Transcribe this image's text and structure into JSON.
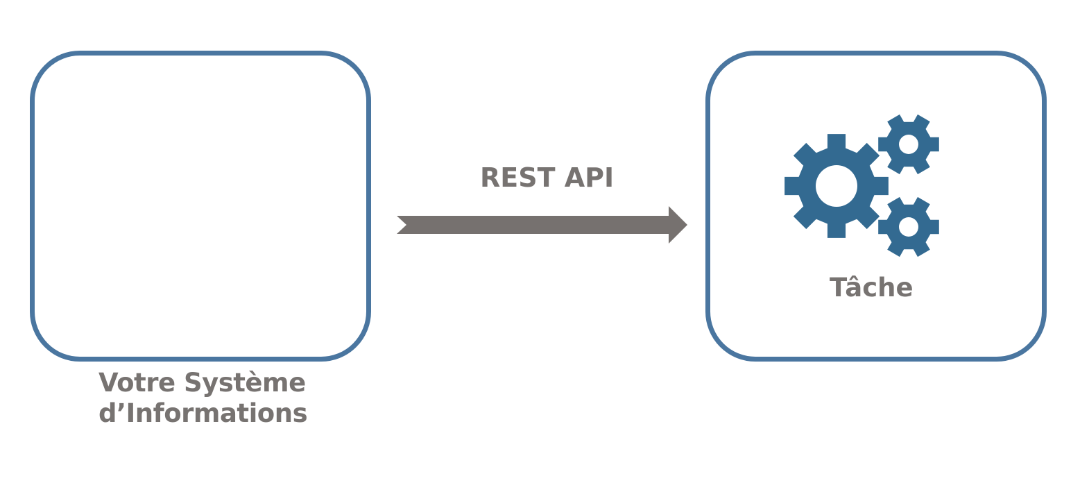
{
  "source_system": {
    "label_line1": "Votre Système",
    "label_line2": "d’Informations"
  },
  "connection": {
    "label": "REST API",
    "direction": "left-to-right",
    "color": "#76716f"
  },
  "target_task": {
    "label": "Tâche",
    "icon": "gears-icon"
  },
  "colors": {
    "box_border": "#4a76a0",
    "gear": "#336a91",
    "text": "#777371"
  }
}
